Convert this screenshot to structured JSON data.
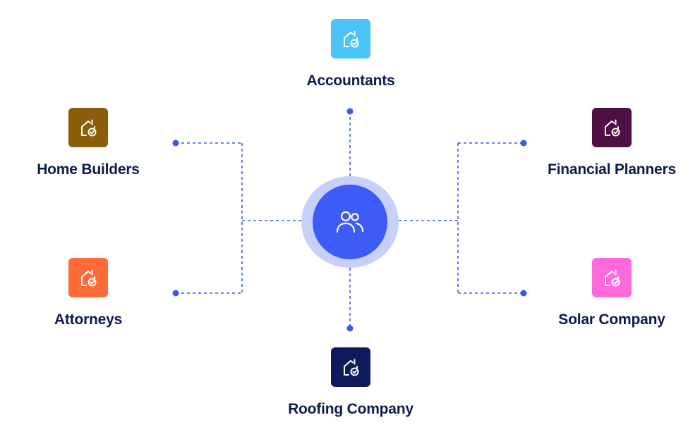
{
  "colors": {
    "line": "#3b58e8",
    "hub_outer": "#c7d0fb",
    "hub_inner": "#3d5cf5",
    "label": "#0d1b4c"
  },
  "hub": {
    "icon": "users-icon"
  },
  "nodes": [
    {
      "id": "accountants",
      "label": "Accountants",
      "color": "#4cc3f7",
      "icon": "house-check-icon"
    },
    {
      "id": "home-builders",
      "label": "Home Builders",
      "color": "#8a5e0a",
      "icon": "house-check-icon"
    },
    {
      "id": "financial-planners",
      "label": "Financial Planners",
      "color": "#4e0f45",
      "icon": "house-check-icon"
    },
    {
      "id": "attorneys",
      "label": "Attorneys",
      "color": "#ff6a39",
      "icon": "house-check-icon"
    },
    {
      "id": "solar-company",
      "label": "Solar Company",
      "color": "#ff69db",
      "icon": "house-check-icon"
    },
    {
      "id": "roofing-company",
      "label": "Roofing Company",
      "color": "#0e1a5c",
      "icon": "house-check-icon"
    }
  ]
}
